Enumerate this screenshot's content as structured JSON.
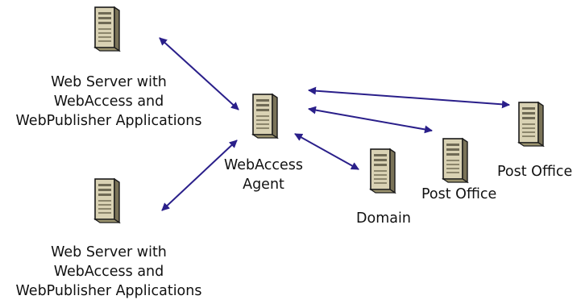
{
  "colors": {
    "arrow": "#2a1f8a",
    "server_body": "#d9d2b4",
    "server_shadow": "#7a7358",
    "server_outline": "#1a1a1a"
  },
  "nodes": {
    "web_server_top": {
      "icon": "server-icon",
      "label_lines": [
        "Web Server with",
        "WebAccess and",
        "WebPublisher Applications"
      ]
    },
    "web_server_bottom": {
      "icon": "server-icon",
      "label_lines": [
        "Web Server with",
        "WebAccess and",
        "WebPublisher Applications"
      ]
    },
    "webaccess_agent": {
      "icon": "server-icon",
      "label_lines": [
        "WebAccess",
        "Agent"
      ]
    },
    "domain": {
      "icon": "server-icon",
      "label_lines": [
        "Domain"
      ]
    },
    "post_office_1": {
      "icon": "server-icon",
      "label_lines": [
        "Post Office"
      ]
    },
    "post_office_2": {
      "icon": "server-icon",
      "label_lines": [
        "Post Office"
      ]
    }
  },
  "connections": [
    {
      "from": "web_server_top",
      "to": "webaccess_agent",
      "direction": "bidirectional"
    },
    {
      "from": "web_server_bottom",
      "to": "webaccess_agent",
      "direction": "bidirectional"
    },
    {
      "from": "webaccess_agent",
      "to": "domain",
      "direction": "bidirectional"
    },
    {
      "from": "webaccess_agent",
      "to": "post_office_1",
      "direction": "bidirectional"
    },
    {
      "from": "webaccess_agent",
      "to": "post_office_2",
      "direction": "bidirectional"
    }
  ]
}
